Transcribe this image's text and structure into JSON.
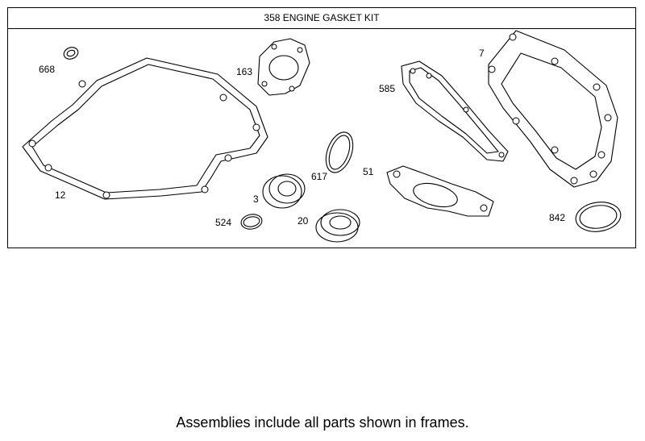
{
  "frame": {
    "title": "358 ENGINE GASKET KIT"
  },
  "parts": [
    {
      "id": "12",
      "name": "sump-gasket"
    },
    {
      "id": "668",
      "name": "small-seal"
    },
    {
      "id": "163",
      "name": "intake-gasket"
    },
    {
      "id": "3",
      "name": "oil-seal"
    },
    {
      "id": "524",
      "name": "o-ring"
    },
    {
      "id": "20",
      "name": "oil-seal-large"
    },
    {
      "id": "617",
      "name": "ring-gasket"
    },
    {
      "id": "51",
      "name": "exhaust-gasket"
    },
    {
      "id": "585",
      "name": "breather-gasket"
    },
    {
      "id": "7",
      "name": "cylinder-head-gasket"
    },
    {
      "id": "842",
      "name": "seal-ring"
    }
  ],
  "footer": {
    "note": "Assemblies include all parts shown in frames."
  }
}
